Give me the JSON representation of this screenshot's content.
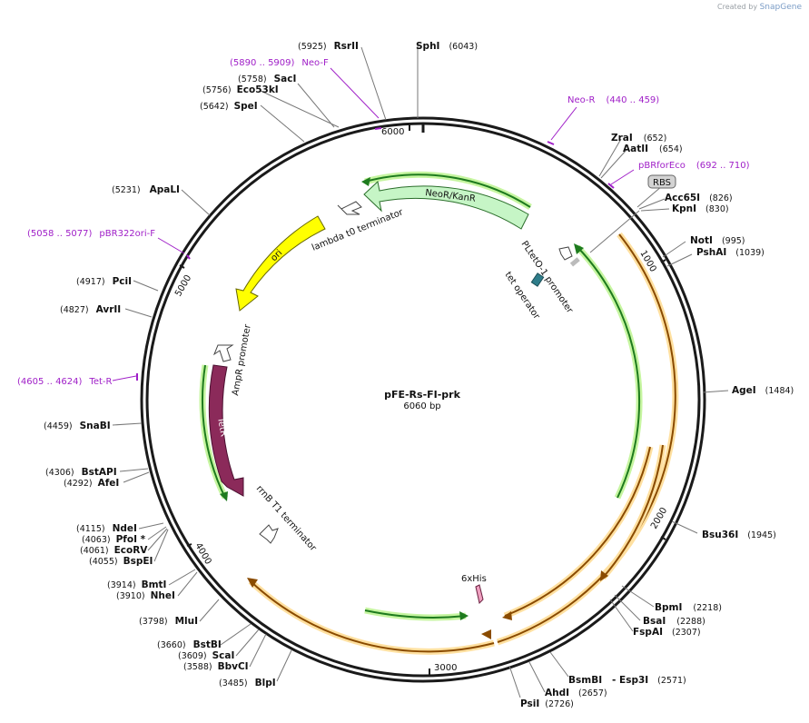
{
  "credit": {
    "prefix": "Created by",
    "brand": "SnapGene"
  },
  "plasmid": {
    "name": "pFE-Rs-FI-prk",
    "size_label": "6060 bp"
  },
  "ticks": [
    "1000",
    "2000",
    "3000",
    "4000",
    "5000",
    "6000"
  ],
  "sites": [
    {
      "name": "SphI",
      "pos": "(6043)"
    },
    {
      "name": "RsrII",
      "pos": "(5925)"
    },
    {
      "name": "SacI",
      "pos": "(5758)"
    },
    {
      "name": "Eco53kI",
      "pos": "(5756)"
    },
    {
      "name": "SpeI",
      "pos": "(5642)"
    },
    {
      "name": "ApaLI",
      "pos": "(5231)"
    },
    {
      "name": "PciI",
      "pos": "(4917)"
    },
    {
      "name": "AvrII",
      "pos": "(4827)"
    },
    {
      "name": "SnaBI",
      "pos": "(4459)"
    },
    {
      "name": "BstAPI",
      "pos": "(4306)"
    },
    {
      "name": "AfeI",
      "pos": "(4292)"
    },
    {
      "name": "NdeI",
      "pos": "(4115)"
    },
    {
      "name": "PfoI *",
      "pos": "(4063)"
    },
    {
      "name": "EcoRV",
      "pos": "(4061)"
    },
    {
      "name": "BspEI",
      "pos": "(4055)"
    },
    {
      "name": "BmtI",
      "pos": "(3914)"
    },
    {
      "name": "NheI",
      "pos": "(3910)"
    },
    {
      "name": "MluI",
      "pos": "(3798)"
    },
    {
      "name": "BstBI",
      "pos": "(3660)"
    },
    {
      "name": "ScaI",
      "pos": "(3609)"
    },
    {
      "name": "BbvCI",
      "pos": "(3588)"
    },
    {
      "name": "BlpI",
      "pos": "(3485)"
    },
    {
      "name": "PsiI",
      "pos": "(2726)"
    },
    {
      "name": "AhdI",
      "pos": "(2657)"
    },
    {
      "name": "BsmBI",
      "pos": ""
    },
    {
      "name": "Esp3I",
      "pos": "(2571)"
    },
    {
      "name": "FspAI",
      "pos": "(2307)"
    },
    {
      "name": "BsaI",
      "pos": "(2288)"
    },
    {
      "name": "BpmI",
      "pos": "(2218)"
    },
    {
      "name": "Bsu36I",
      "pos": "(1945)"
    },
    {
      "name": "AgeI",
      "pos": "(1484)"
    },
    {
      "name": "PshAI",
      "pos": "(1039)"
    },
    {
      "name": "NotI",
      "pos": "(995)"
    },
    {
      "name": "KpnI",
      "pos": "(830)"
    },
    {
      "name": "Acc65I",
      "pos": "(826)"
    },
    {
      "name": "AatII",
      "pos": "(654)"
    },
    {
      "name": "ZraI",
      "pos": "(652)"
    }
  ],
  "primers": [
    {
      "name": "Neo-F",
      "range": "(5890 .. 5909)"
    },
    {
      "name": "Neo-R",
      "range": "(440 .. 459)"
    },
    {
      "name": "pBRforEco",
      "range": "(692 .. 710)"
    },
    {
      "name": "pBR322ori-F",
      "range": "(5058 .. 5077)"
    },
    {
      "name": "Tet-R",
      "range": "(4605 .. 4624)"
    }
  ],
  "features": {
    "neor": "NeoR/KanR",
    "lambda": "lambda t0 terminator",
    "ori": "ori",
    "ampr_promoter": "AmpR promoter",
    "tetr": "TetR",
    "rrnb": "rrnB T1 terminator",
    "pltet": "PLtetO-1 promoter",
    "tetop": "tet operator",
    "rbs": "RBS",
    "his": "6xHis"
  },
  "colors": {
    "ring": "#1a1a1a",
    "neor": "#c6f5c6",
    "ori": "#ffff00",
    "tetr": "#8b2a5a",
    "orf_green": "#1e7b1e",
    "orf_orange": "#8a4b00",
    "primer": "#a020c8"
  }
}
